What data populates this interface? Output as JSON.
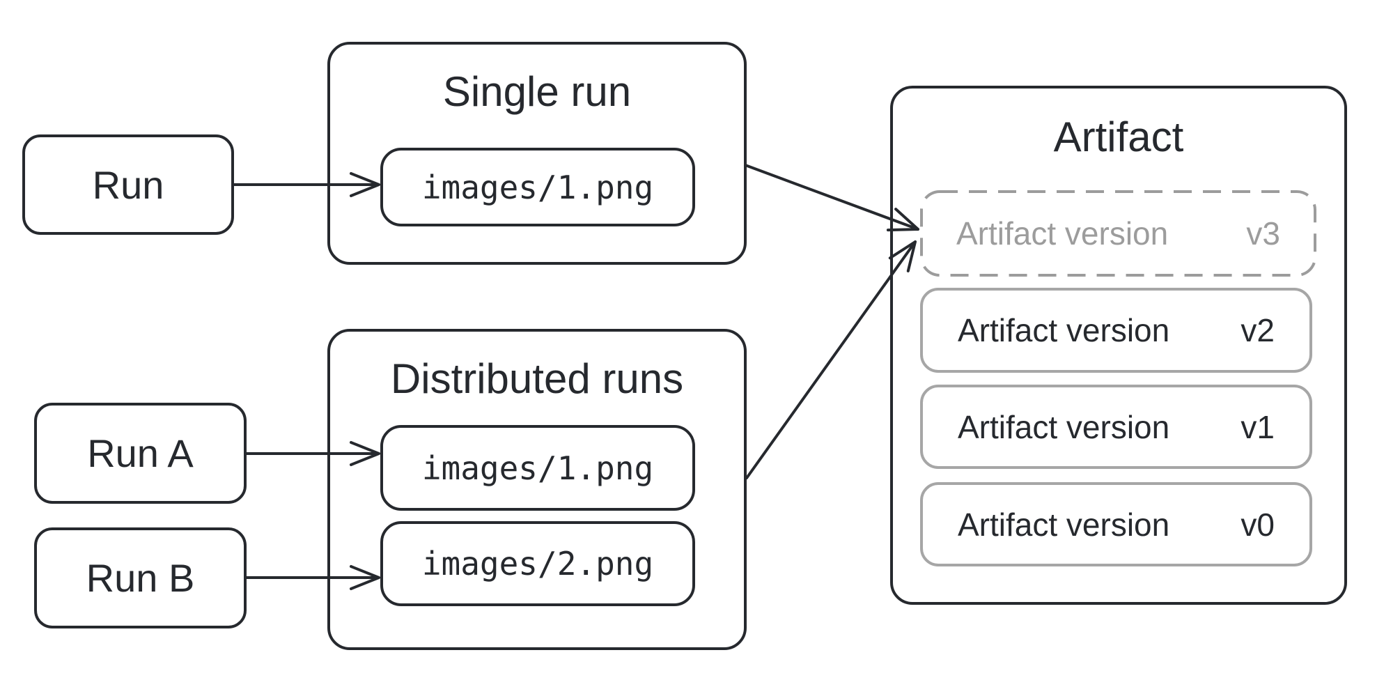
{
  "diagram": {
    "nodes": {
      "run": "Run",
      "run_a": "Run A",
      "run_b": "Run B"
    },
    "single_run": {
      "title": "Single run",
      "file": "images/1.png"
    },
    "distributed_runs": {
      "title": "Distributed runs",
      "file_a": "images/1.png",
      "file_b": "images/2.png"
    },
    "artifact": {
      "title": "Artifact",
      "versions": [
        {
          "label": "Artifact version",
          "tag": "v3",
          "state": "pending"
        },
        {
          "label": "Artifact version",
          "tag": "v2",
          "state": "saved"
        },
        {
          "label": "Artifact version",
          "tag": "v1",
          "state": "saved"
        },
        {
          "label": "Artifact version",
          "tag": "v0",
          "state": "saved"
        }
      ]
    },
    "colors": {
      "ink": "#26292e",
      "pending_gray": "#9c9c9c",
      "version_border_gray": "#a6a6a6",
      "background": "#ffffff"
    }
  }
}
